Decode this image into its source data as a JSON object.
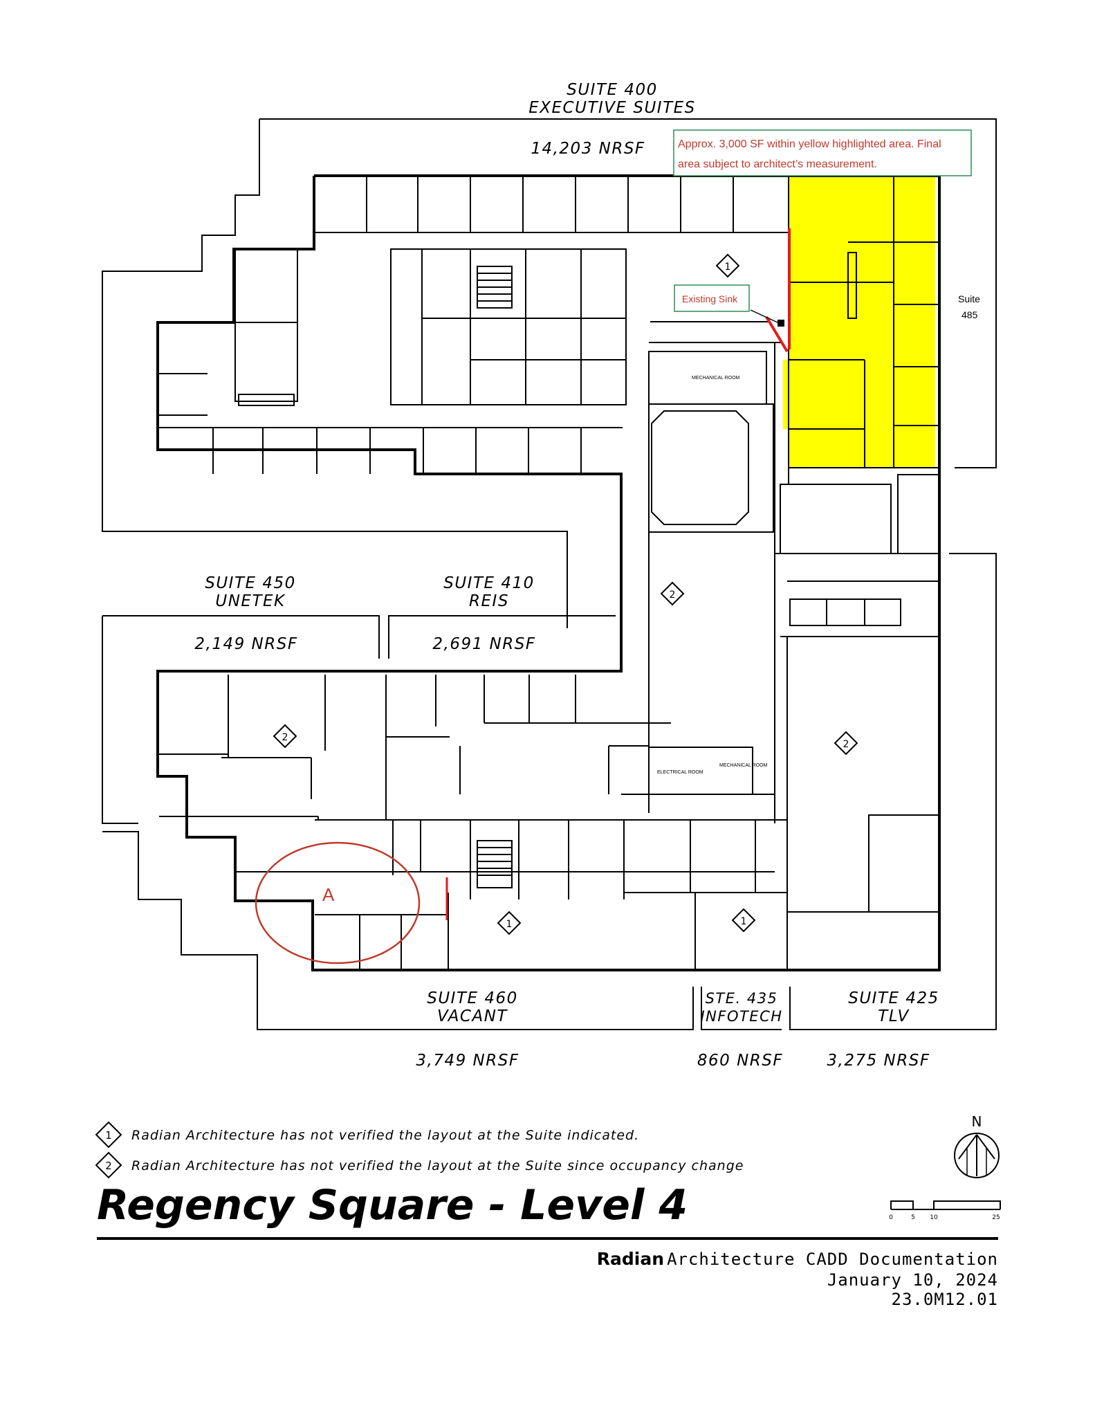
{
  "suites": [
    {
      "id": "suite-400",
      "line1": "SUITE 400",
      "line2": "EXECUTIVE SUITES",
      "area": "14,203 NRSF"
    },
    {
      "id": "suite-450",
      "line1": "SUITE 450",
      "line2": "UNETEK",
      "area": "2,149 NRSF"
    },
    {
      "id": "suite-410",
      "line1": "SUITE 410",
      "line2": "REIS",
      "area": "2,691 NRSF"
    },
    {
      "id": "suite-460",
      "line1": "SUITE 460",
      "line2": "VACANT",
      "area": "3,749 NRSF"
    },
    {
      "id": "suite-435",
      "line1": "STE. 435",
      "line2": "INFOTECH",
      "area": "860 NRSF"
    },
    {
      "id": "suite-425",
      "line1": "SUITE 425",
      "line2": "TLV",
      "area": "3,275 NRSF"
    }
  ],
  "suite_485": {
    "line1": "Suite",
    "line2": "485"
  },
  "highlight_note": {
    "line1": "Approx. 3,000 SF within yellow highlighted area. Final",
    "line2": "area subject to architect’s measurement."
  },
  "sink_label": "Existing Sink",
  "circle_label": "A",
  "room_tags": {
    "mechanical": "MECHANICAL ROOM",
    "electrical": "ELECTRICAL ROOM"
  },
  "markers": {
    "one": "1",
    "two": "2"
  },
  "legend": [
    {
      "marker": "1",
      "text": "Radian Architecture has not verified the layout at the Suite indicated."
    },
    {
      "marker": "2",
      "text": "Radian Architecture has not verified the layout at the Suite since occupancy change"
    }
  ],
  "title": "Regency Square -  Level 4",
  "north_label": "N",
  "scale_ticks": [
    "0",
    "5",
    "10",
    "25"
  ],
  "footer": {
    "brand": "Radian",
    "line1": "Architecture CADD Documentation",
    "date": "January 10, 2024",
    "code": "23.0M12.01"
  },
  "colors": {
    "highlight": "#ffff00",
    "annotation": "#c0392b",
    "note_border": "#2e8b57"
  }
}
